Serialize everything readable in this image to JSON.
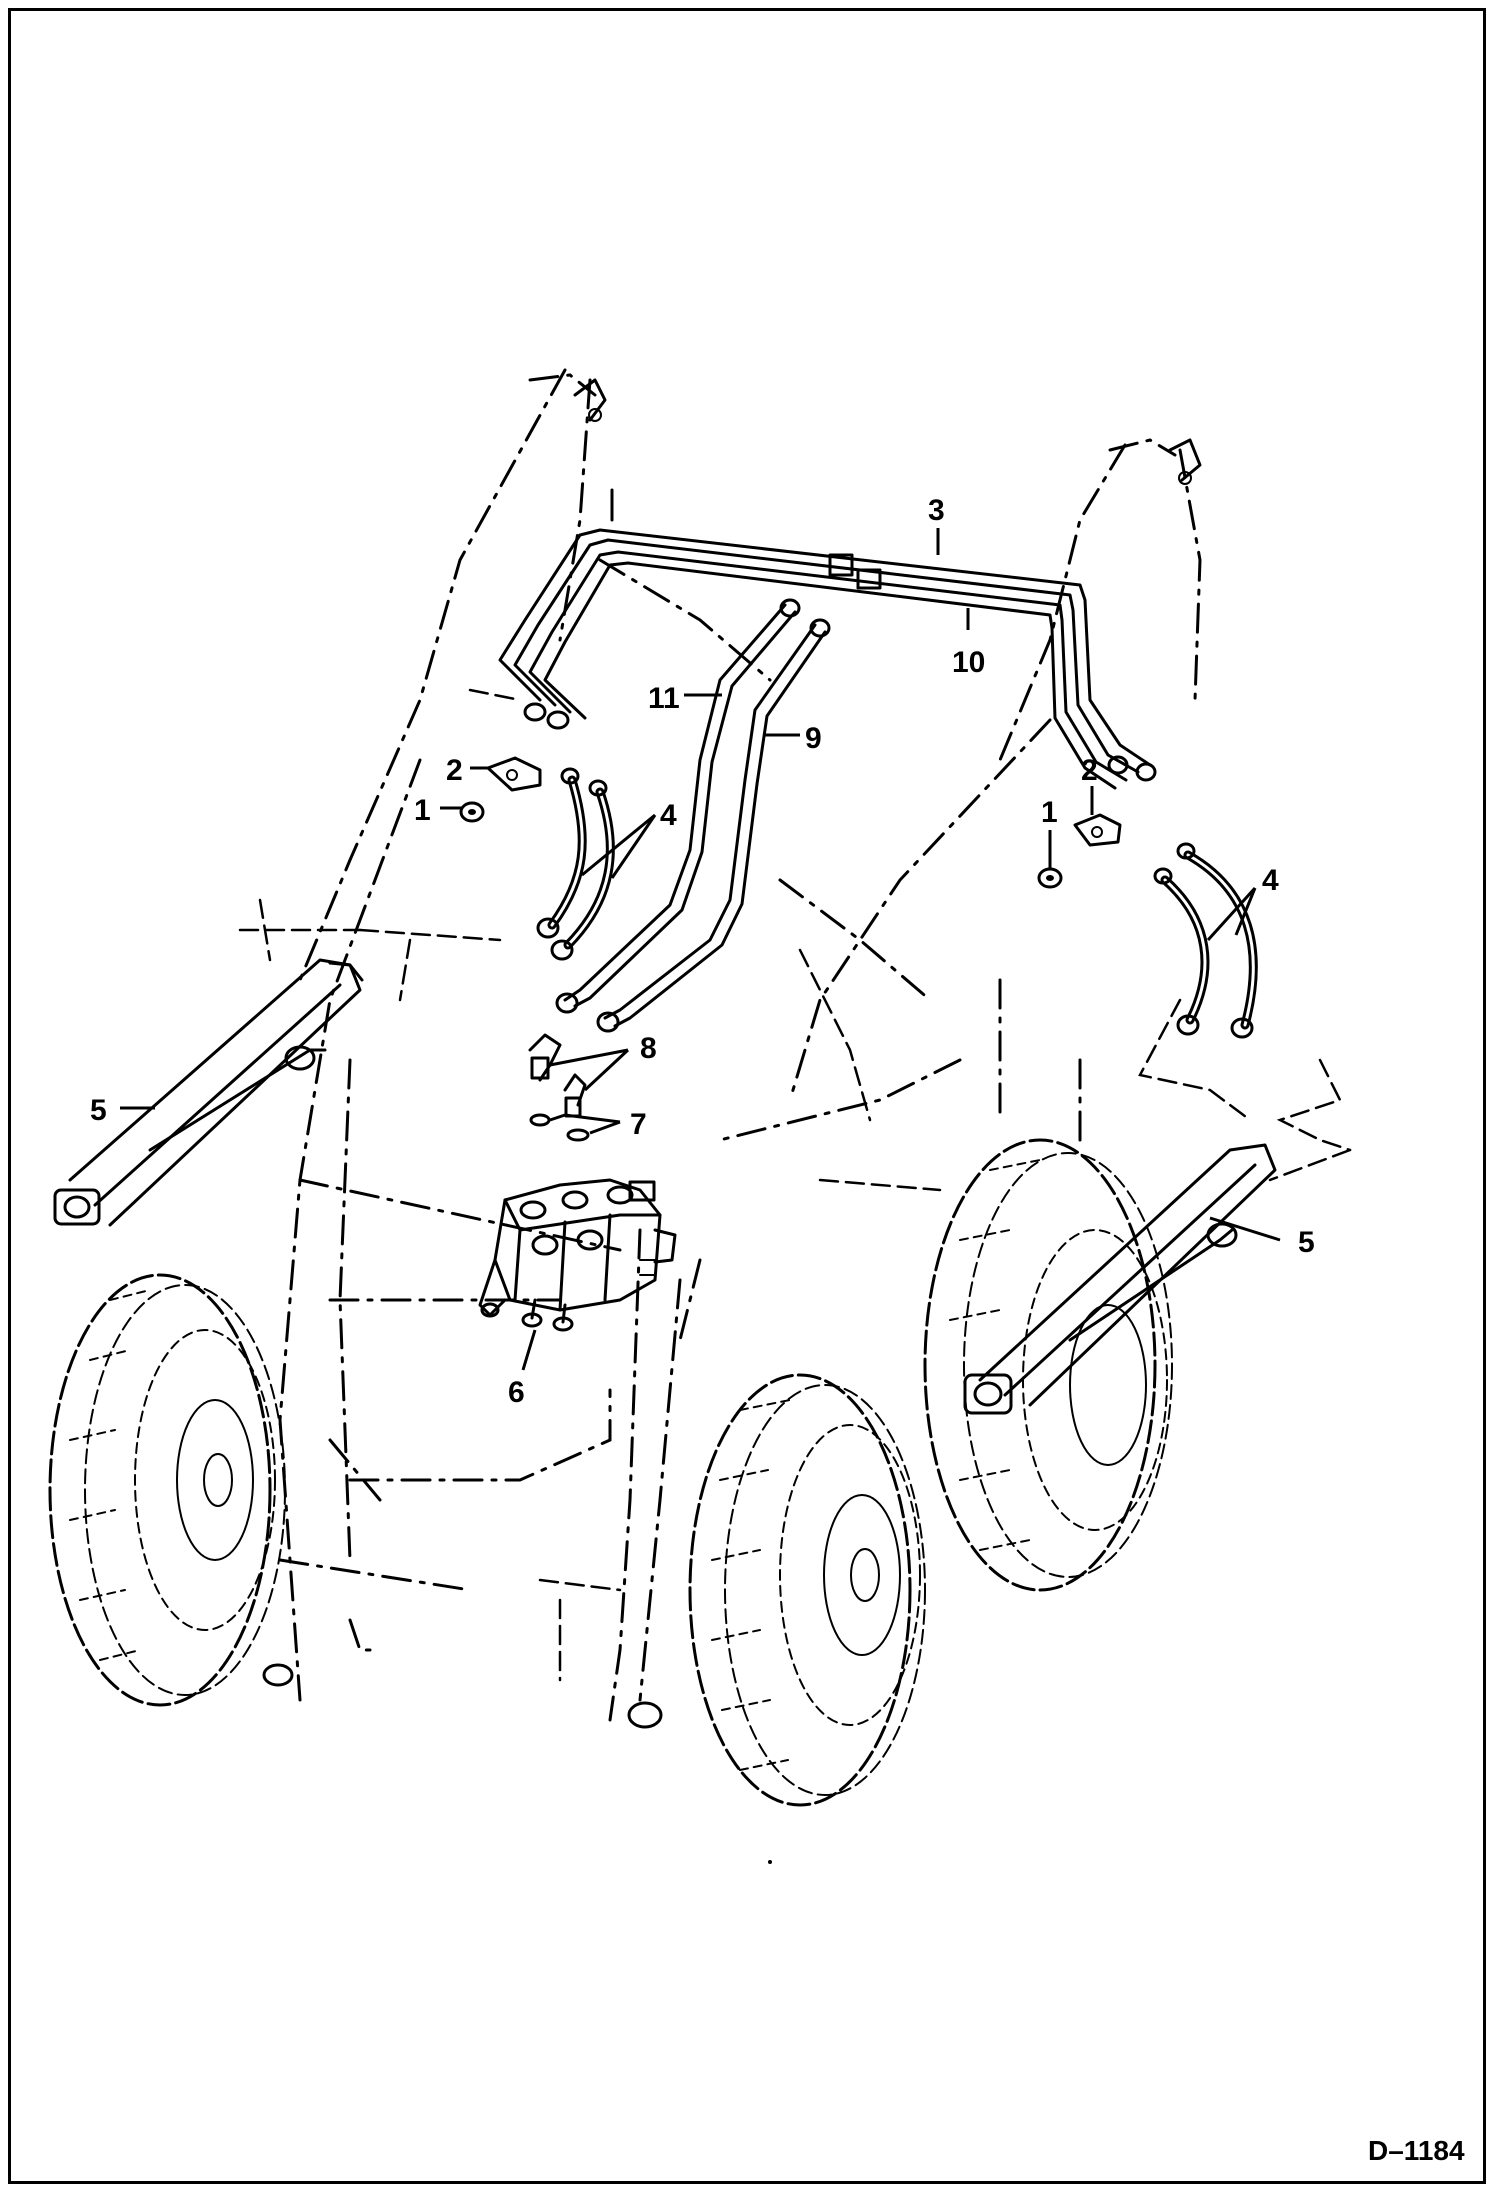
{
  "diagram": {
    "drawing_number": "D–1184",
    "callouts": {
      "c1_left": "1",
      "c1_right": "1",
      "c2_left": "2",
      "c2_right": "2",
      "c3": "3",
      "c4_left": "4",
      "c4_right": "4",
      "c5_left": "5",
      "c5_right": "5",
      "c6": "6",
      "c7": "7",
      "c8": "8",
      "c9": "9",
      "c10": "10",
      "c11": "11"
    }
  }
}
